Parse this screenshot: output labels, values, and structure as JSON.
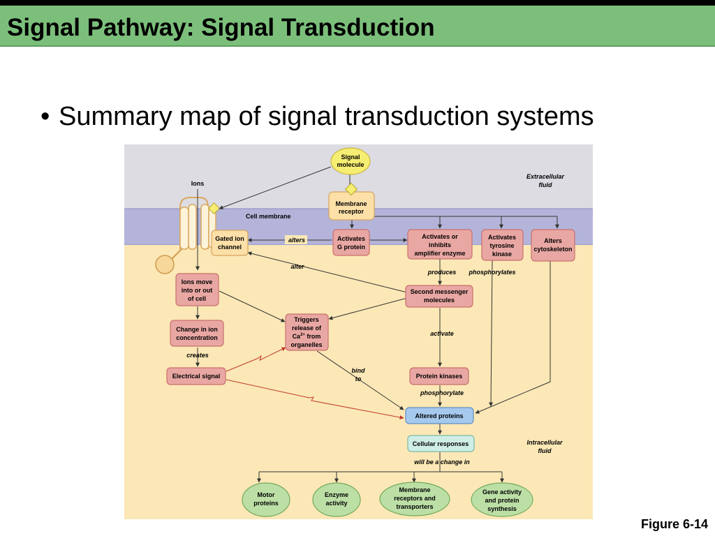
{
  "slide": {
    "title": "Signal Pathway: Signal Transduction",
    "bullet": "Summary map of signal transduction systems",
    "figure_caption": "Figure 6-14"
  },
  "diagram": {
    "regions": {
      "extracellular": [
        "Extracellular",
        "fluid"
      ],
      "membrane": "Cell membrane",
      "intracellular": [
        "Intracellular",
        "fluid"
      ]
    },
    "nodes": {
      "signal_molecule": [
        "Signal",
        "molecule"
      ],
      "ions": "Ions",
      "membrane_receptor": [
        "Membrane",
        "receptor"
      ],
      "gated_ion_channel": [
        "Gated ion",
        "channel"
      ],
      "activates_g_protein": [
        "Activates",
        "G protein"
      ],
      "amplifier_enzyme": [
        "Activates or",
        "inhibits",
        "amplifier enzyme"
      ],
      "tyrosine_kinase": [
        "Activates",
        "tyrosine",
        "kinase"
      ],
      "alters_cytoskeleton": [
        "Alters",
        "cytoskeleton"
      ],
      "ions_move": [
        "Ions move",
        "into or out",
        "of cell"
      ],
      "second_messenger": [
        "Second messenger",
        "molecules"
      ],
      "triggers_release": {
        "line1": "Triggers",
        "line2": "release of",
        "line3_base": "Ca",
        "line3_sup": "2+",
        "line3_rest": " from",
        "line4": "organelles"
      },
      "ion_concentration": [
        "Change in ion",
        "concentration"
      ],
      "electrical_signal": "Electrical signal",
      "protein_kinases": "Protein kinases",
      "altered_proteins": "Altered proteins",
      "cellular_responses": "Cellular responses",
      "outcomes": [
        [
          "Motor",
          "proteins"
        ],
        [
          "Enzyme",
          "activity"
        ],
        [
          "Membrane",
          "receptors and",
          "transporters"
        ],
        [
          "Gene activity",
          "and protein",
          "synthesis"
        ]
      ]
    },
    "edge_labels": {
      "alters": "alters",
      "alter": "alter",
      "produces": "produces",
      "phosphorylates": "phosphorylates",
      "activate": "activate",
      "creates": "creates",
      "bind_to": [
        "bind",
        "to"
      ],
      "phosphorylate": "phosphorylate",
      "will_be_change": "will be a change in"
    },
    "colors": {
      "extracellular": "#dcdce2",
      "membrane": "#b4b4da",
      "intracellular": "#fbe8b6",
      "pink_box": "#e9a7a3",
      "pink_border": "#c9706c",
      "cream_box": "#fce0a8",
      "cream_border": "#d7a25d",
      "signal": "#f6ee73",
      "altered_proteins": "#a6c9ee",
      "cellular_responses": "#cfeee6",
      "outcome": "#bcdfa6"
    }
  }
}
